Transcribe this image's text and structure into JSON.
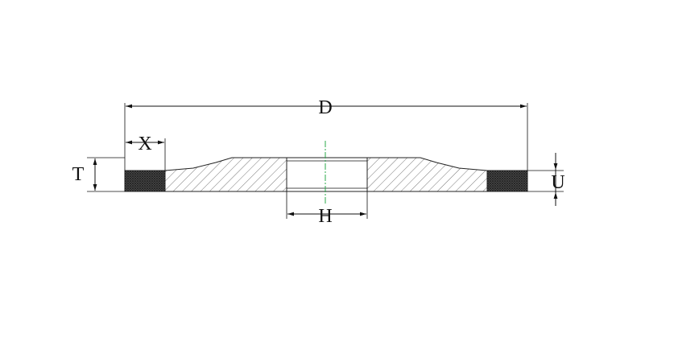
{
  "drawing": {
    "labels": {
      "D": "D",
      "X": "X",
      "T": "T",
      "H": "H",
      "U": "U"
    },
    "colors": {
      "line": "#111111",
      "hatch": "#555555",
      "abrasive_fill": "#444444",
      "centerline": "#2aa84a",
      "background": "#ffffff"
    }
  }
}
